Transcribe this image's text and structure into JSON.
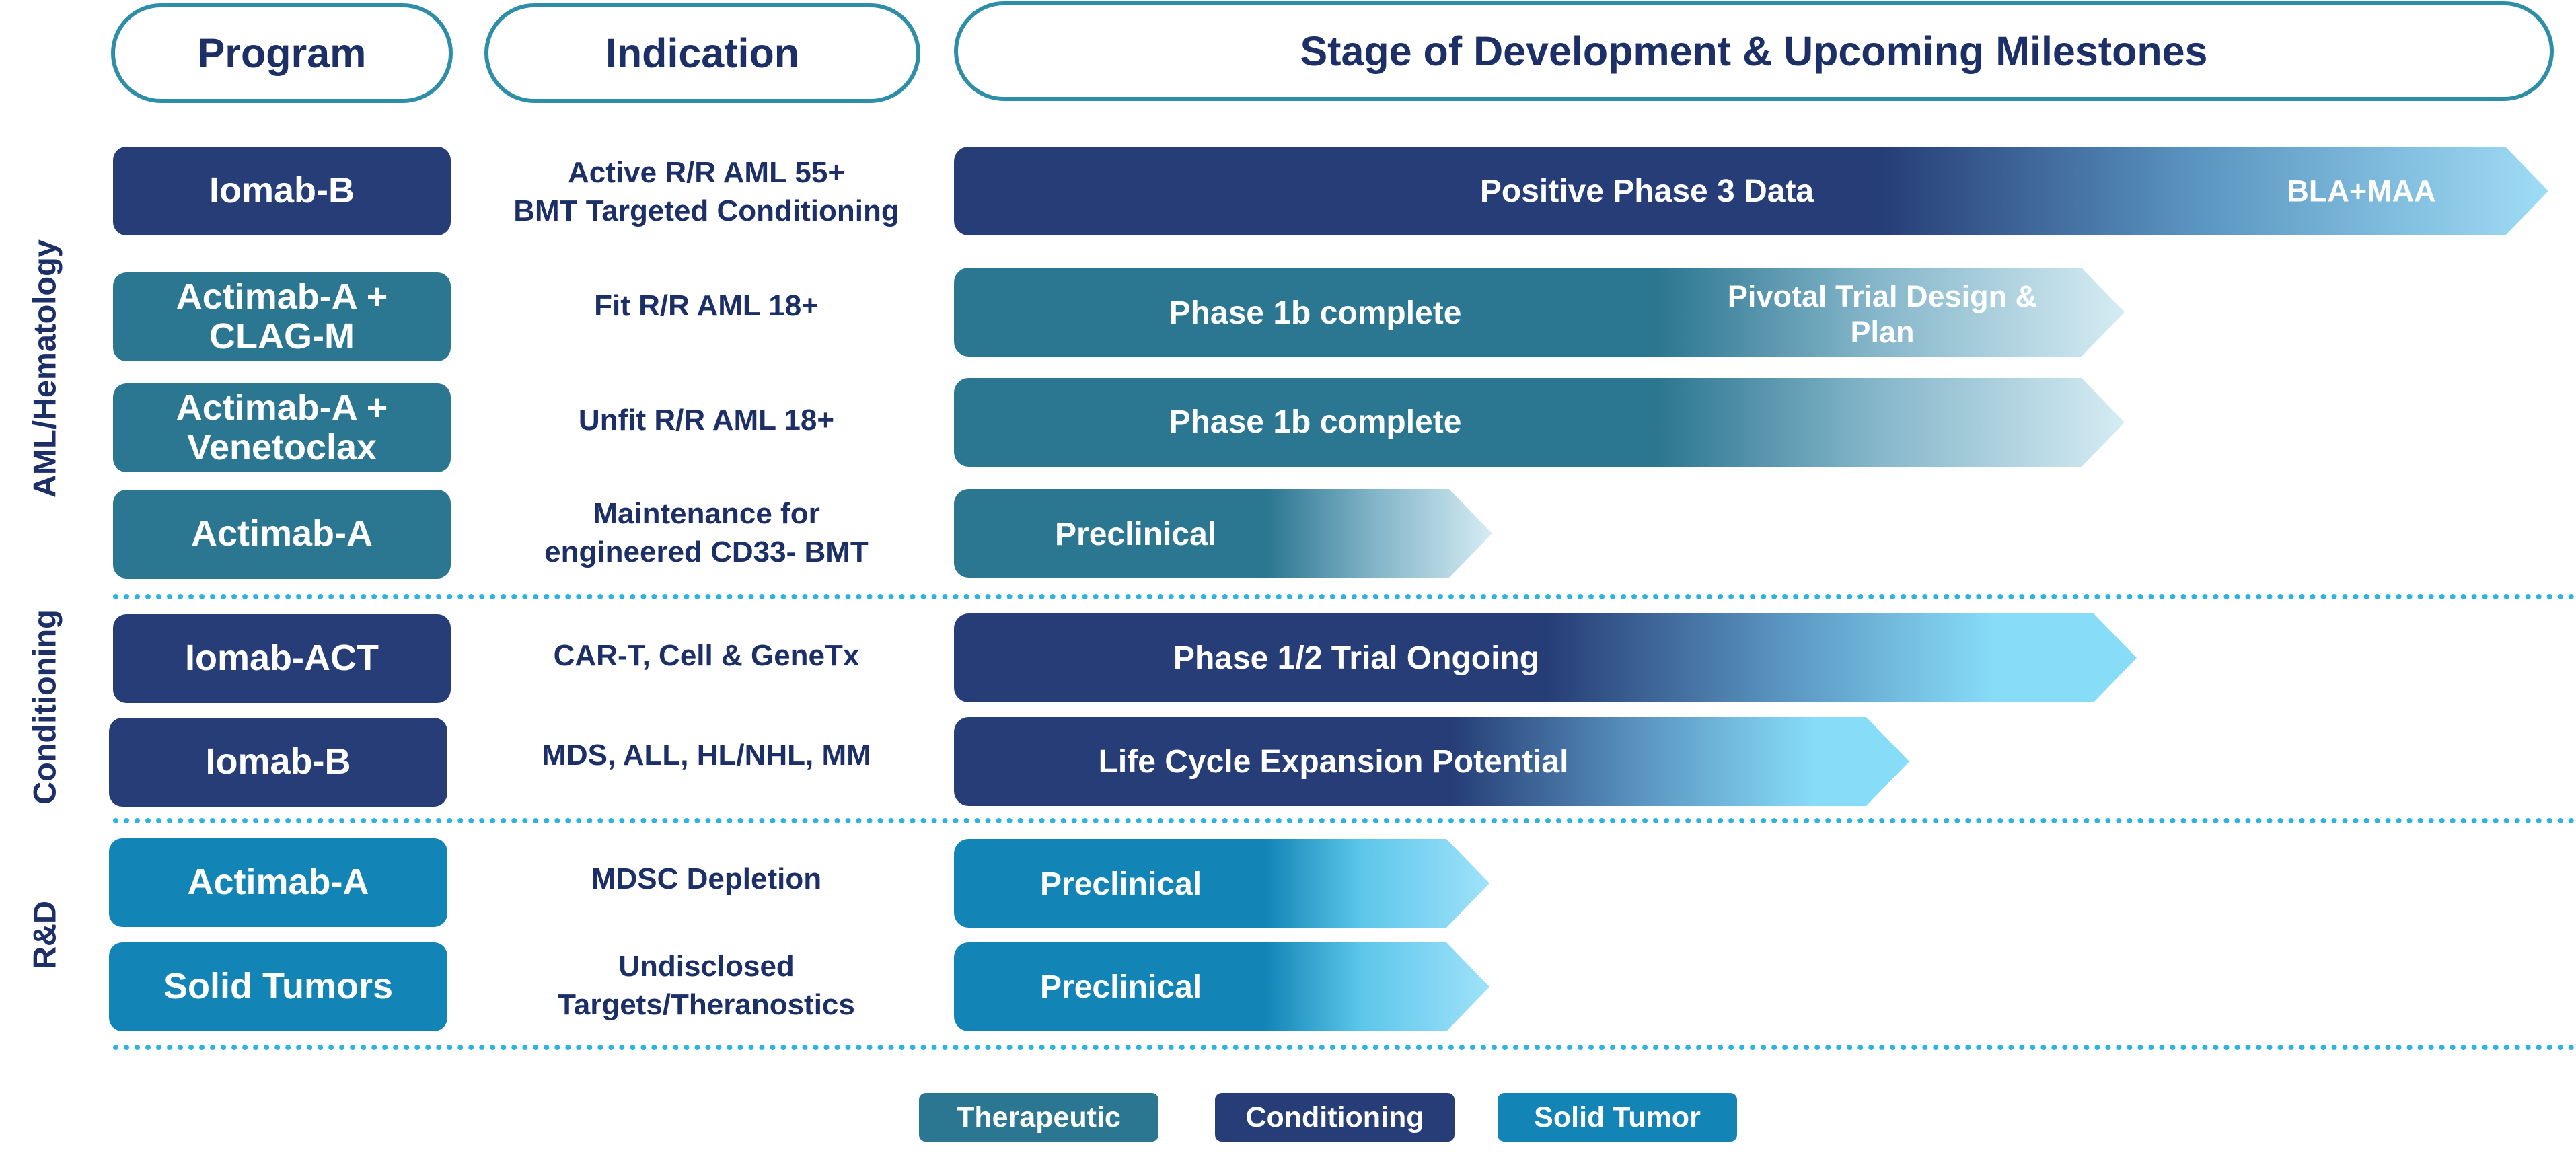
{
  "headers": {
    "program": "Program",
    "indication": "Indication",
    "stage": "Stage of Development & Upcoming Milestones"
  },
  "groups": {
    "aml": "AML/Hematology",
    "conditioning": "Conditioning",
    "rnd": "R&D"
  },
  "rows": [
    {
      "program": "Iomab-B",
      "indication": [
        "Active R/R AML 55+",
        "BMT Targeted Conditioning"
      ],
      "stage": "Positive Phase 3 Data",
      "milestone": "BLA+MAA",
      "category": "Conditioning"
    },
    {
      "program": "Actimab-A + CLAG-M",
      "indication": [
        "Fit R/R AML 18+"
      ],
      "stage": "Phase 1b complete",
      "milestone": "Pivotal Trial Design & Plan",
      "category": "Therapeutic"
    },
    {
      "program": "Actimab-A + Venetoclax",
      "indication": [
        "Unfit R/R AML 18+"
      ],
      "stage": "Phase 1b complete",
      "category": "Therapeutic"
    },
    {
      "program": "Actimab-A",
      "indication": [
        "Maintenance for",
        "engineered CD33- BMT"
      ],
      "stage": "Preclinical",
      "category": "Therapeutic"
    },
    {
      "program": "Iomab-ACT",
      "indication": [
        "CAR-T, Cell & GeneTx"
      ],
      "stage": "Phase 1/2 Trial Ongoing",
      "category": "Conditioning"
    },
    {
      "program": "Iomab-B",
      "indication": [
        "MDS, ALL, HL/NHL, MM"
      ],
      "stage": "Life Cycle Expansion Potential",
      "category": "Conditioning"
    },
    {
      "program": "Actimab-A",
      "indication": [
        "MDSC Depletion"
      ],
      "stage": "Preclinical",
      "category": "Solid Tumor"
    },
    {
      "program": "Solid Tumors",
      "indication": [
        "Undisclosed",
        "Targets/Theranostics"
      ],
      "stage": "Preclinical",
      "category": "Solid Tumor"
    }
  ],
  "legend": [
    {
      "label": "Therapeutic",
      "color": "#2b7690"
    },
    {
      "label": "Conditioning",
      "color": "#263d77"
    },
    {
      "label": "Solid Tumor",
      "color": "#1285b6"
    }
  ],
  "colors": {
    "header_border": "#2e8ea8",
    "header_text": "#1c2f66",
    "divider": "#2db3e0",
    "fade_end": "#d5ecf3"
  }
}
